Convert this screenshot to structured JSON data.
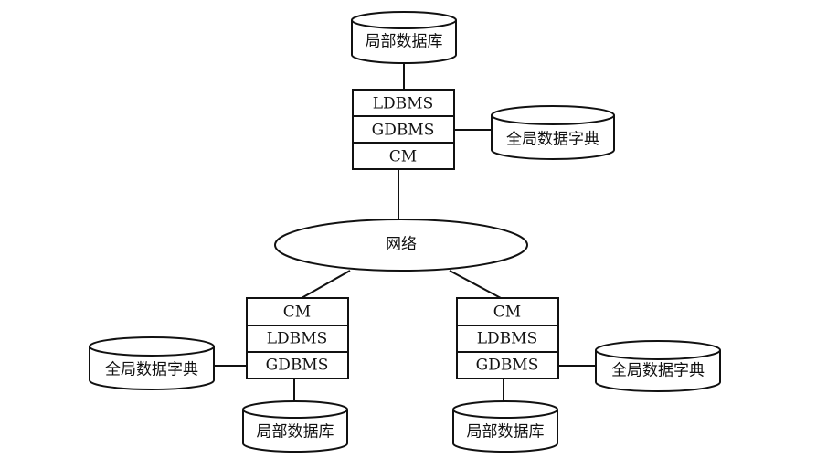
{
  "network": {
    "label": "网络"
  },
  "top_node": {
    "local_db": "局部数据库",
    "global_dict": "全局数据字典",
    "stack": [
      "LDBMS",
      "GDBMS",
      "CM"
    ]
  },
  "left_node": {
    "global_dict": "全局数据字典",
    "local_db": "局部数据库",
    "stack": [
      "CM",
      "LDBMS",
      "GDBMS"
    ]
  },
  "right_node": {
    "global_dict": "全局数据字典",
    "local_db": "局部数据库",
    "stack": [
      "CM",
      "LDBMS",
      "GDBMS"
    ]
  }
}
